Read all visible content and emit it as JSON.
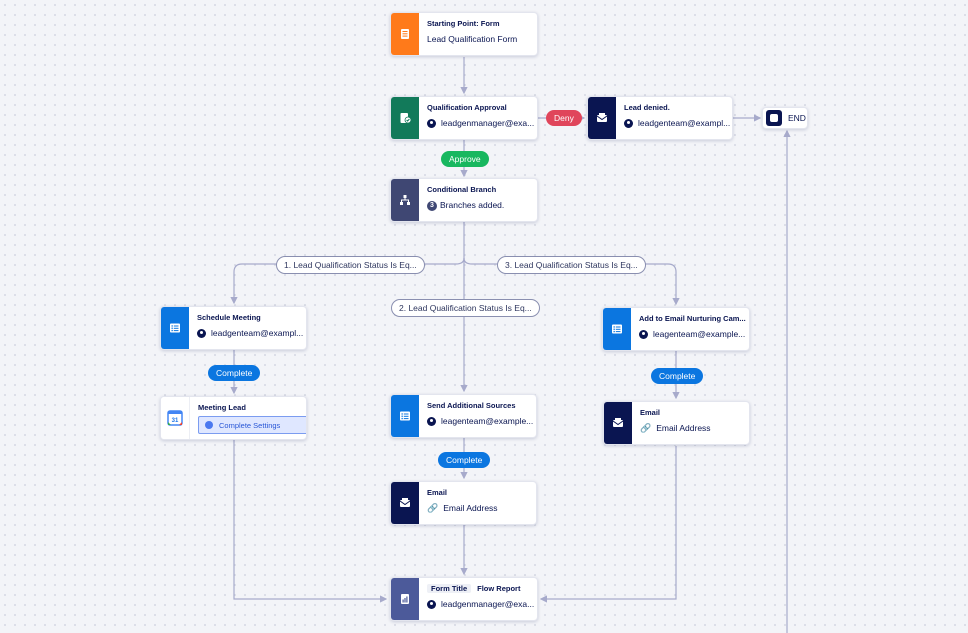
{
  "colors": {
    "form_orange": "#ff7a1a",
    "approval_green": "#127a5a",
    "branch_slate": "#3f4773",
    "task_blue": "#0b76e0",
    "email_navy": "#0a1551",
    "report_purple": "#4c5a9a",
    "connector": "#a7aacb"
  },
  "nodes": {
    "start": {
      "title": "Starting Point: Form",
      "sub": "Lead Qualification Form",
      "icon": "form-icon"
    },
    "approval": {
      "title": "Qualification Approval",
      "sub": "leadgenmanager@exa...",
      "icon": "approval-icon"
    },
    "denied": {
      "title": "Lead denied.",
      "sub": "leadgenteam@exampl...",
      "icon": "email-icon"
    },
    "end": {
      "label": "END",
      "icon": "stop-icon"
    },
    "branch": {
      "title": "Conditional Branch",
      "count": "3",
      "sub": "Branches added.",
      "icon": "branch-icon"
    },
    "schedule": {
      "title": "Schedule Meeting",
      "sub": "leadgenteam@exampl...",
      "icon": "task-icon"
    },
    "meeting": {
      "title": "Meeting Lead",
      "button": "Complete Settings",
      "icon": "google-calendar-icon",
      "icon_text": "31"
    },
    "send_sources": {
      "title": "Send Additional Sources",
      "sub": "leagenteam@example...",
      "icon": "task-icon"
    },
    "email_mid": {
      "title": "Email",
      "sub": "Email Address",
      "icon": "email-icon"
    },
    "nurturing": {
      "title": "Add to Email Nurturing Cam...",
      "sub": "leagenteam@example...",
      "icon": "task-icon"
    },
    "email_right": {
      "title": "Email",
      "sub": "Email Address",
      "icon": "email-icon"
    },
    "report": {
      "tag": "Form Title",
      "title": "Flow Report",
      "sub": "leadgenmanager@exa...",
      "icon": "report-icon"
    }
  },
  "labels": {
    "deny": "Deny",
    "approve": "Approve",
    "complete_left": "Complete",
    "complete_mid": "Complete",
    "complete_right": "Complete",
    "cond1": "1. Lead Qualification Status Is Eq...",
    "cond2": "2. Lead Qualification Status Is Eq...",
    "cond3": "3. Lead Qualification Status Is Eq..."
  }
}
